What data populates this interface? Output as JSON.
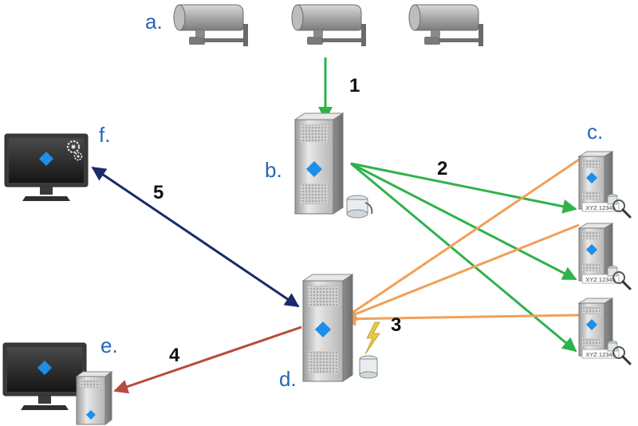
{
  "nodes": {
    "cameras": {
      "label": "a."
    },
    "recording_server": {
      "label": "b."
    },
    "lpr_servers": {
      "label": "c.",
      "plate_text": "XYZ 12345"
    },
    "event_server": {
      "label": "d."
    },
    "client_workstation": {
      "label": "e."
    },
    "management_workstation": {
      "label": "f."
    }
  },
  "steps": [
    {
      "label": "1",
      "color": "#2fb24a"
    },
    {
      "label": "2",
      "color": "#2fb24a"
    },
    {
      "label": "3",
      "color": "#f0a05a"
    },
    {
      "label": "4",
      "color": "#b84a3e"
    },
    {
      "label": "5",
      "color": "#1a2a6a"
    }
  ],
  "colors": {
    "label_blue": "#2a64b8",
    "diamond_blue": "#1e8ee8",
    "arrow_green": "#2fb24a",
    "arrow_orange": "#f0a05a",
    "arrow_red": "#b84a3e",
    "arrow_navy": "#1a2a6a"
  }
}
